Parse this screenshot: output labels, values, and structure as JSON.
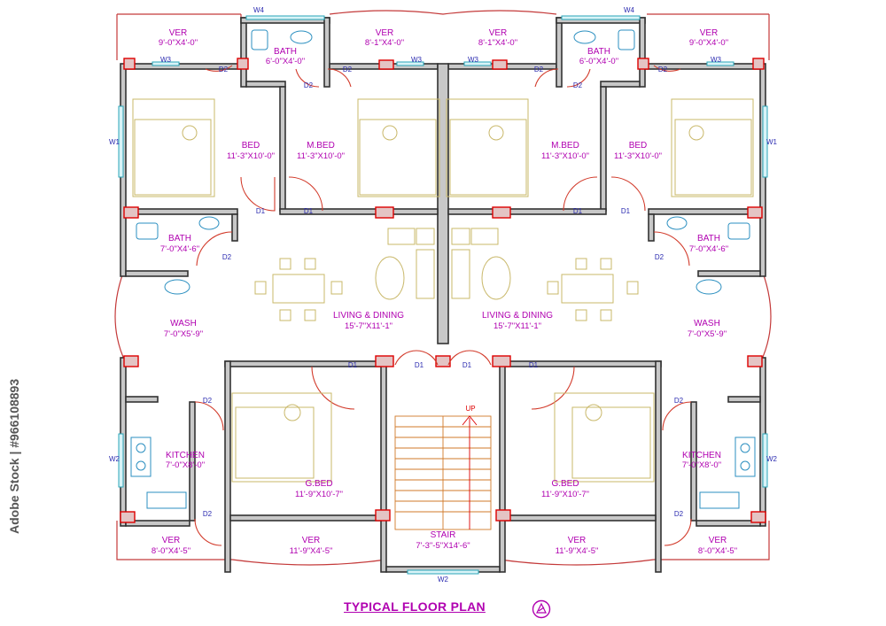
{
  "title": "TYPICAL FLOOR PLAN",
  "stock_id": "Adobe Stock | #966108893",
  "rooms": {
    "ver_tl": {
      "name": "VER",
      "dim": "9'-0\"X4'-0\""
    },
    "bath_tl": {
      "name": "BATH",
      "dim": "6'-0\"X4'-0\""
    },
    "ver_tc1": {
      "name": "VER",
      "dim": "8'-1\"X4'-0\""
    },
    "ver_tc2": {
      "name": "VER",
      "dim": "8'-1\"X4'-0\""
    },
    "bath_tr": {
      "name": "BATH",
      "dim": "6'-0\"X4'-0\""
    },
    "ver_tr": {
      "name": "VER",
      "dim": "9'-0\"X4'-0\""
    },
    "bed_l": {
      "name": "BED",
      "dim": "11'-3\"X10'-0\""
    },
    "mbed_l": {
      "name": "M.BED",
      "dim": "11'-3\"X10'-0\""
    },
    "mbed_r": {
      "name": "M.BED",
      "dim": "11'-3\"X10'-0\""
    },
    "bed_r": {
      "name": "BED",
      "dim": "11'-3\"X10'-0\""
    },
    "bath_ml": {
      "name": "BATH",
      "dim": "7'-0\"X4'-6\""
    },
    "bath_mr": {
      "name": "BATH",
      "dim": "7'-0\"X4'-6\""
    },
    "wash_l": {
      "name": "WASH",
      "dim": "7'-0\"X5'-9\""
    },
    "wash_r": {
      "name": "WASH",
      "dim": "7'-0\"X5'-9\""
    },
    "living_l": {
      "name": "LIVING & DINING",
      "dim": "15'-7\"X11'-1\""
    },
    "living_r": {
      "name": "LIVING & DINING",
      "dim": "15'-7\"X11'-1\""
    },
    "kitchen_l": {
      "name": "KITCHEN",
      "dim": "7'-0\"X8'-0\""
    },
    "kitchen_r": {
      "name": "KITCHEN",
      "dim": "7'-0\"X8'-0\""
    },
    "gbed_l": {
      "name": "G.BED",
      "dim": "11'-9\"X10'-7\""
    },
    "gbed_r": {
      "name": "G.BED",
      "dim": "11'-9\"X10'-7\""
    },
    "stair": {
      "name": "STAIR",
      "dim": "7'-3\"-5\"X14'-6\"",
      "up": "UP"
    },
    "ver_bl": {
      "name": "VER",
      "dim": "8'-0\"X4'-5\""
    },
    "ver_bcl": {
      "name": "VER",
      "dim": "11'-9\"X4'-5\""
    },
    "ver_bcr": {
      "name": "VER",
      "dim": "11'-9\"X4'-5\""
    },
    "ver_br": {
      "name": "VER",
      "dim": "8'-0\"X4'-5\""
    }
  },
  "tags": {
    "w1": "W1",
    "w2": "W2",
    "w3": "W3",
    "w4": "W4",
    "d1": "D1",
    "d2": "D2"
  }
}
